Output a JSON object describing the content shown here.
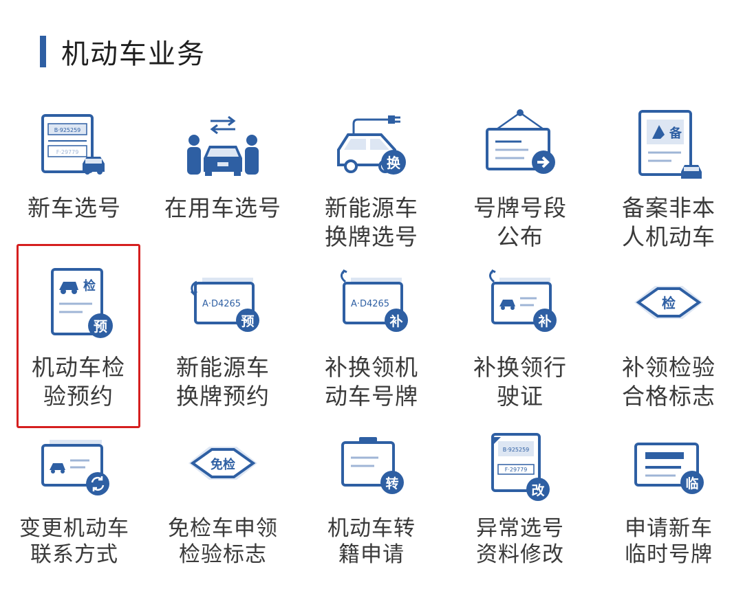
{
  "section": {
    "title": "机动车业务"
  },
  "colors": {
    "accent": "#2e5fa3",
    "light": "#dde6f3",
    "selected_border": "#d51f1f"
  },
  "tiles": [
    {
      "label": "新车选号",
      "icon": "plate-car-icon",
      "plate_a": "B·925259",
      "plate_b": "F·29779"
    },
    {
      "label": "在用车选号",
      "icon": "people-car-swap-icon"
    },
    {
      "label": "新能源车\n换牌选号",
      "icon": "ev-charge-icon",
      "badge": "换"
    },
    {
      "label": "号牌号段\n公布",
      "icon": "notice-board-icon"
    },
    {
      "label": "备案非本\n人机动车",
      "icon": "record-document-icon",
      "badge": "备"
    },
    {
      "label": "机动车检\n验预约",
      "icon": "inspection-document-icon",
      "badge_top": "检",
      "badge": "预",
      "selected": true
    },
    {
      "label": "新能源车\n换牌预约",
      "icon": "plate-replace-icon",
      "plate": "A·D4265",
      "badge": "预"
    },
    {
      "label": "补换领机\n动车号牌",
      "icon": "plate-renew-icon",
      "plate": "A·D4265",
      "badge": "补"
    },
    {
      "label": "补换领行\n驶证",
      "icon": "license-renew-icon",
      "badge": "补"
    },
    {
      "label": "补领检验\n合格标志",
      "icon": "inspection-mark-icon",
      "badge": "检"
    },
    {
      "label": "变更机动车\n联系方式",
      "icon": "contact-change-icon"
    },
    {
      "label": "免检车申领\n检验标志",
      "icon": "exempt-mark-icon",
      "badge": "免检"
    },
    {
      "label": "机动车转\n籍申请",
      "icon": "transfer-clipboard-icon",
      "badge": "转"
    },
    {
      "label": "异常选号\n资料修改",
      "icon": "data-modify-icon",
      "plate_a": "B·925259",
      "plate_b": "F·29779",
      "badge": "改"
    },
    {
      "label": "申请新车\n临时号牌",
      "icon": "temp-plate-icon",
      "badge": "临"
    }
  ]
}
